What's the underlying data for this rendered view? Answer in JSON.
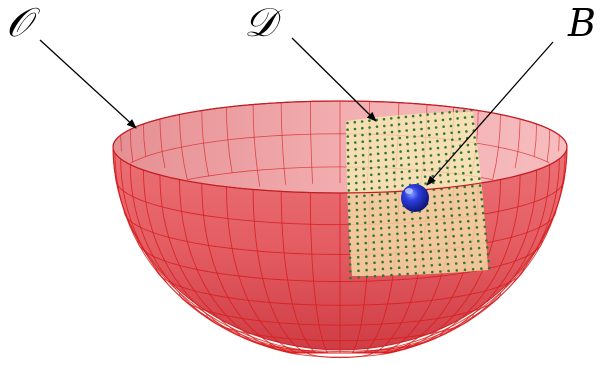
{
  "labels": {
    "outer_surface": "𝒪",
    "domain": "𝒟",
    "ball": "B"
  },
  "colors": {
    "bowl_fill": "#e8686e",
    "bowl_inner": "#f2a6a8",
    "mesh_line": "#d81c1c",
    "domain_patch": "#f4efb2",
    "grid_dots": "#2f7a2f",
    "ball": "#1a1fb0"
  },
  "icons": {
    "pointer": "arrow-icon"
  }
}
